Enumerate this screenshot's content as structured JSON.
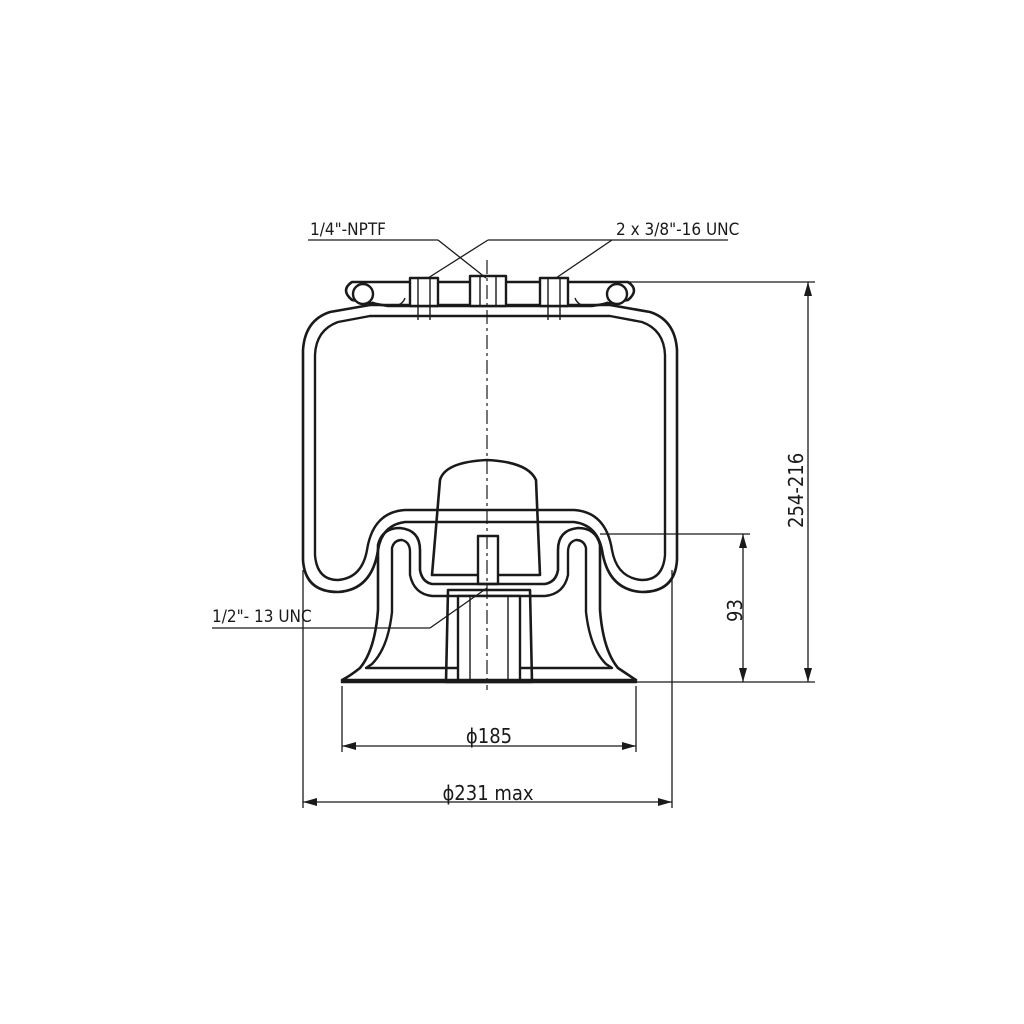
{
  "labels": {
    "port_top_left": "1/4\"-NPTF",
    "port_top_right": "2 x 3/8\"-16 UNC",
    "port_bottom": "1/2\"- 13 UNC",
    "dim_height": "254-216",
    "dim_piston": "93",
    "dim_base": "ϕ185",
    "dim_total": "ϕ231 max"
  },
  "colors": {
    "line": "#1a1a1a",
    "background": "#ffffff",
    "hatch": "#1a1a1a"
  }
}
